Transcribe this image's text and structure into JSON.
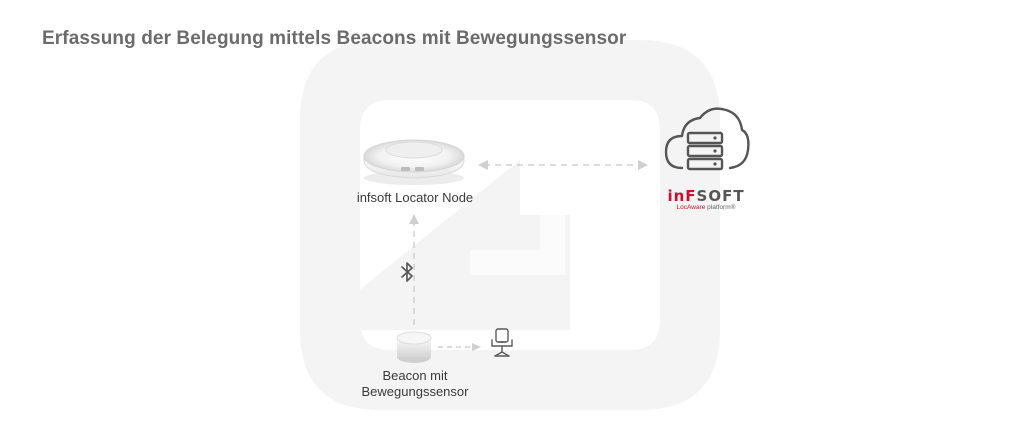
{
  "title": "Erfassung der Belegung mittels Beacons mit Bewegungssensor",
  "locator_node": {
    "label": "infsoft Locator Node"
  },
  "beacon": {
    "label_line1": "Beacon mit",
    "label_line2": "Bewegungssensor"
  },
  "brand": {
    "name_red": "inF",
    "name_grey": "SOFT",
    "tagline_red": "LocAware",
    "tagline_grey": "platform®"
  },
  "icons": {
    "cloud": "cloud-server-icon",
    "bluetooth": "bluetooth-icon",
    "chair": "office-chair-icon"
  },
  "colors": {
    "title": "#6b6b6b",
    "brand_red": "#c8102e",
    "connector": "#cfcfcf",
    "watermark": "#f3f3f3"
  }
}
